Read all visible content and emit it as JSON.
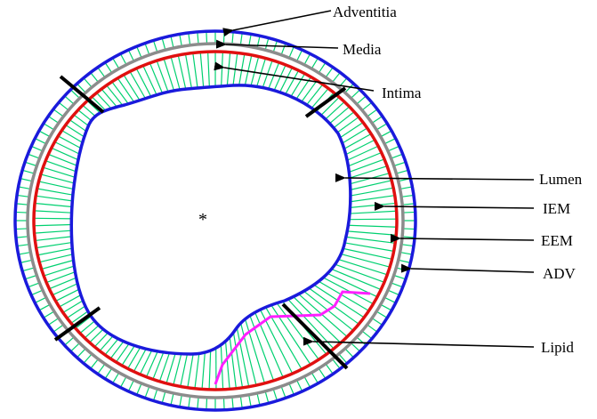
{
  "labels": {
    "adventitia": "Adventitia",
    "media": "Media",
    "intima": "Intima",
    "lumen": "Lumen",
    "iem": "IEM",
    "eem": "EEM",
    "adv": "ADV",
    "lipid": "Lipid"
  },
  "colors": {
    "adv_boundary": "#1a1adc",
    "eem_boundary": "#8c8c8c",
    "iem_boundary": "#e01010",
    "lumen_boundary": "#1a1adc",
    "spokes": "#00d070",
    "lipid": "#ff20ff",
    "markers": "#000000",
    "arrows": "#000000"
  },
  "center_symbol": "*"
}
